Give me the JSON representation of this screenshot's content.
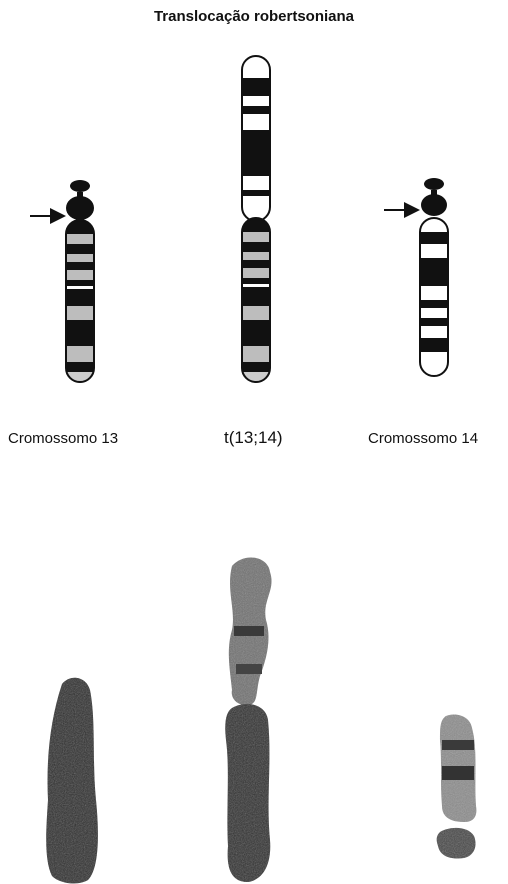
{
  "title": "Translocação robertsoniana",
  "labels": {
    "chromosome_13": "Cromossomo 13",
    "translocation": "t(13;14)",
    "chromosome_14": "Cromossomo 14"
  },
  "colors": {
    "band_dark": "#111111",
    "band_light": "#ffffff",
    "band_gray": "#bdbdbd",
    "outline": "#111111"
  }
}
